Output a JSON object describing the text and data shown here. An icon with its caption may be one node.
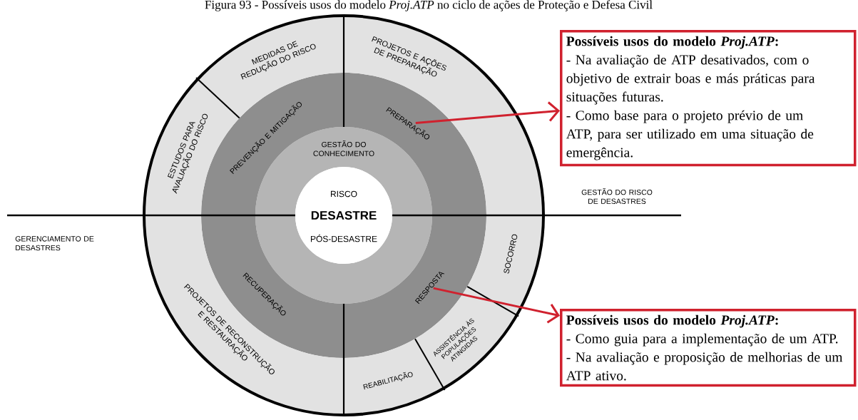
{
  "diagram": {
    "title": "Figura 93 - Possíveis usos do modelo *Proj.ATP* no ciclo de ações de Proteção e Defesa Civil",
    "nodes": [
      {
        "text": [
          "RISCO",
          "DESASTRE",
          "PÓS-DESASTRE"
        ]
      },
      {
        "text": [
          "GESTÃO DO CONHECIMENTO"
        ]
      },
      {
        "text": [
          "PREVENÇÃO E MITIGAÇÃO"
        ]
      },
      {
        "text": [
          "PREPARAÇÃO"
        ]
      },
      {
        "text": [
          "RESPOSTA"
        ]
      },
      {
        "text": [
          "RECUPERAÇÃO"
        ]
      },
      {
        "text": [
          "MEDIDAS DE REDUÇÃO DO RISCO"
        ]
      },
      {
        "text": [
          "ESTUDOS PARA AVALIAÇÃO DO RISCO"
        ]
      },
      {
        "text": [
          "PROJETOS E AÇÕES DE PREPARAÇÃO"
        ]
      },
      {
        "text": [
          "SOCORRO"
        ]
      },
      {
        "text": [
          "ASSISTÊNCIA ÀS POPULAÇÕES ATINGIDAS"
        ]
      },
      {
        "text": [
          "REABILITAÇÃO"
        ]
      },
      {
        "text": [
          "PROJETOS DE RECONSTRUÇÃO E RESTAURAÇÃO"
        ]
      },
      {
        "text": [
          "Possíveis usos do modelo *Proj.ATP*:",
          "- Na avaliação de ATP desativados, com o objetivo de extrair boas e más práticas para situações futuras.",
          "- Como base para o projeto prévio de um ATP, para ser utilizado em uma situação de emergência."
        ]
      },
      {
        "text": [
          "Possíveis usos do modelo *Proj.ATP*:",
          "- Como guia para a implementação de um ATP.",
          "- Na avaliação e proposição de melhorias de um ATP ativo."
        ]
      }
    ],
    "edges": [
      {
        "from": 3,
        "to": 13,
        "arrow": "to"
      },
      {
        "from": 4,
        "to": 14,
        "arrow": "to"
      }
    ],
    "labels": [
      "GESTÃO DO RISCO DE DESASTRES",
      "GERENCIAMENTO DE DESASTRES"
    ]
  }
}
